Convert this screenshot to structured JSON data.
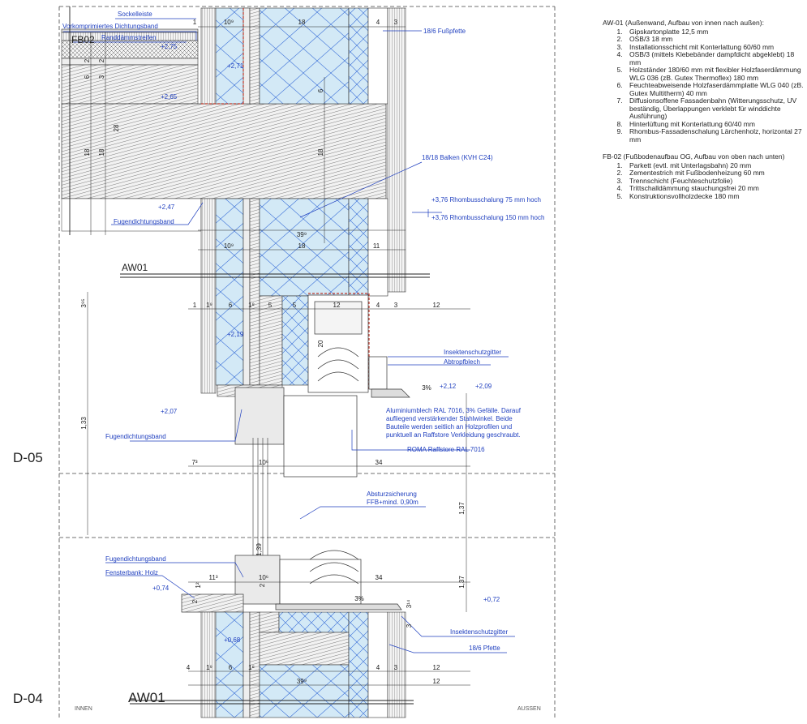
{
  "axis_labels": {
    "d05": "D-05",
    "d04": "D-04",
    "aw01_upper": "AW01",
    "aw01_lower": "AW01",
    "fb02": "FB02",
    "innen": "INNEN",
    "aussen": "AUSSEN"
  },
  "callouts": {
    "sockelleiste": "Sockelleiste",
    "dichtungsband": "Vorkomprimiertes Dichtungsband",
    "randdaemmstreifen": "Randdämmstreifen",
    "fusspfette_top": "18/6 Fußpfette",
    "balken": "18/18 Balken (KVH C24)",
    "fugendichtungsband_1": "Fugendichtungsband",
    "rhombus_75": "+3,76 Rhombusschalung 75 mm hoch",
    "rhombus_150": "+3,76 Rhombusschalung 150 mm hoch",
    "insektenschutz_top": "Insektenschutzgitter",
    "abtropfblech": "Abtropfblech",
    "aluminium": [
      "Aluminiumblech RAL 7016, 3% Gefälle. Darauf",
      "aufliegend verstärkender Stahlwinkel. Beide",
      "Bauteile werden seitlich an Holzprofilen und",
      "punktuell an Raffstore Verkleidung geschraubt."
    ],
    "fugendichtungsband_2": "Fugendichtungsband",
    "raffstore": "ROMA Raffstore RAL 7016",
    "absturz_1": "Absturzsicherung",
    "absturz_2": "FFB+mind. 0,90m",
    "fugendichtungsband_3": "Fugendichtungsband",
    "fensterbank": "Fensterbank: Holz",
    "insektenschutz_bottom": "Insektenschutzgitter",
    "pfette_bottom": "18/6 Pfette"
  },
  "levels": {
    "l275": "+2,75",
    "l271": "+2,71",
    "l265": "+2,65",
    "l247": "+2,47",
    "l219": "+2,19",
    "l212": "+2,12",
    "l209": "+2,09",
    "l207": "+2,07",
    "l074": "+0,74",
    "l072": "+0,72",
    "l068": "+0,68"
  },
  "dimensions": {
    "top": [
      "1",
      "10⁹",
      "18",
      "4",
      "3"
    ],
    "row300": [
      "10⁹",
      "18",
      "11"
    ],
    "row285": "39⁹",
    "row377": [
      "1",
      "1⁹",
      "6",
      "1⁸",
      "5",
      "5",
      "12",
      "4",
      "3",
      "12"
    ],
    "row570": [
      "7³",
      "10⁶",
      "34"
    ],
    "row712": [
      "11³",
      "10⁶",
      "34"
    ],
    "row822": [
      "4",
      "1⁹",
      "6",
      "1⁸",
      "4",
      "3",
      "12"
    ],
    "row836": [
      "39⁹",
      "12"
    ],
    "vertical_left": [
      "2",
      "2",
      "6",
      "3",
      "28",
      "18",
      "18"
    ],
    "vertical_misc": [
      "3⁹⁵",
      "1,33",
      "18",
      "6",
      "20",
      "1,37",
      "1,37",
      "1,39",
      "3%",
      "3%",
      "2",
      "1²",
      "2",
      "3¹⁴",
      "3"
    ]
  },
  "legend": {
    "aw01_title": "AW-01 (Außenwand, Aufbau von innen nach außen):",
    "aw01_items": [
      "Gipskartonplatte 12,5 mm",
      "OSB/3 18 mm",
      "Installationsschicht mit Konterlattung 60/60 mm",
      "OSB/3 (mittels Klebebänder dampfdicht abgeklebt) 18 mm",
      "Holzständer 180/60 mm mit flexibler Holzfaserdämmung WLG 036 (zB. Gutex Thermoflex) 180 mm",
      "Feuchteabweisende Holzfaserdämmplatte WLG 040 (zB. Gutex Multitherm) 40 mm",
      "Diffusionsoffene Fassadenbahn (Witterungsschutz, UV beständig, Überlappungen verklebt für winddichte Ausführung)",
      "Hinterlüftung mit Konterlattung 60/40 mm",
      "Rhombus-Fassadenschalung Lärchenholz, horizontal 27 mm"
    ],
    "fb02_title": "FB-02 (Fußbodenaufbau OG, Aufbau von oben nach unten)",
    "fb02_items": [
      "Parkett (evtl. mit Unterlagsbahn) 20 mm",
      "Zementestrich mit Fußbodenheizung 60 mm",
      "Trennschicht (Feuchteschutzfolie)",
      "Trittschalldämmung stauchungsfrei 20 mm",
      "Konstruktionsvollholzdecke 180 mm"
    ]
  },
  "colors": {
    "annotation": "#1f3fbf",
    "insulation": "#cfe6f5",
    "insulation_line": "#3a6fd8",
    "seal": "#c0392b",
    "line": "#1a1a1a"
  }
}
